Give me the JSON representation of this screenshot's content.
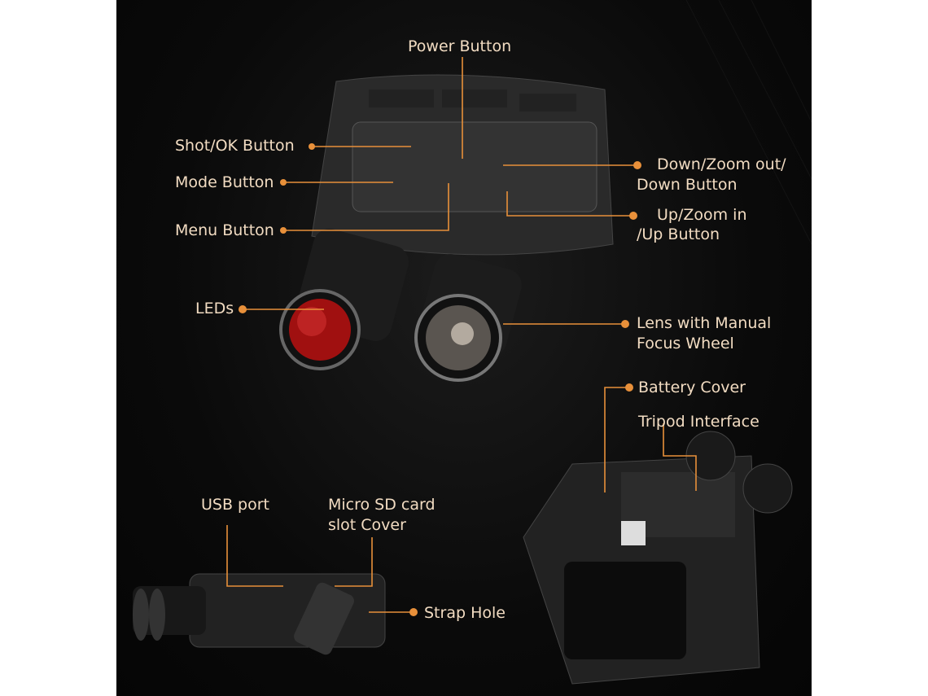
{
  "labels": {
    "power": "Power Button",
    "shot_ok": "Shot/OK Button",
    "mode": "Mode Button",
    "menu": "Menu Button",
    "down_1": "Down/Zoom out/",
    "down_2": "Down Button",
    "up_1": "Up/Zoom in",
    "up_2": "/Up Button",
    "leds": "LEDs",
    "lens_1": "Lens with Manual",
    "lens_2": "Focus Wheel",
    "battery": "Battery Cover",
    "tripod": "Tripod Interface",
    "usb": "USB port",
    "sd_1": "Micro SD card",
    "sd_2": "slot Cover",
    "strap": "Strap Hole"
  },
  "colors": {
    "text": "#f2dcc2",
    "accent": "#e8903a",
    "background": "#0a0a0a"
  }
}
